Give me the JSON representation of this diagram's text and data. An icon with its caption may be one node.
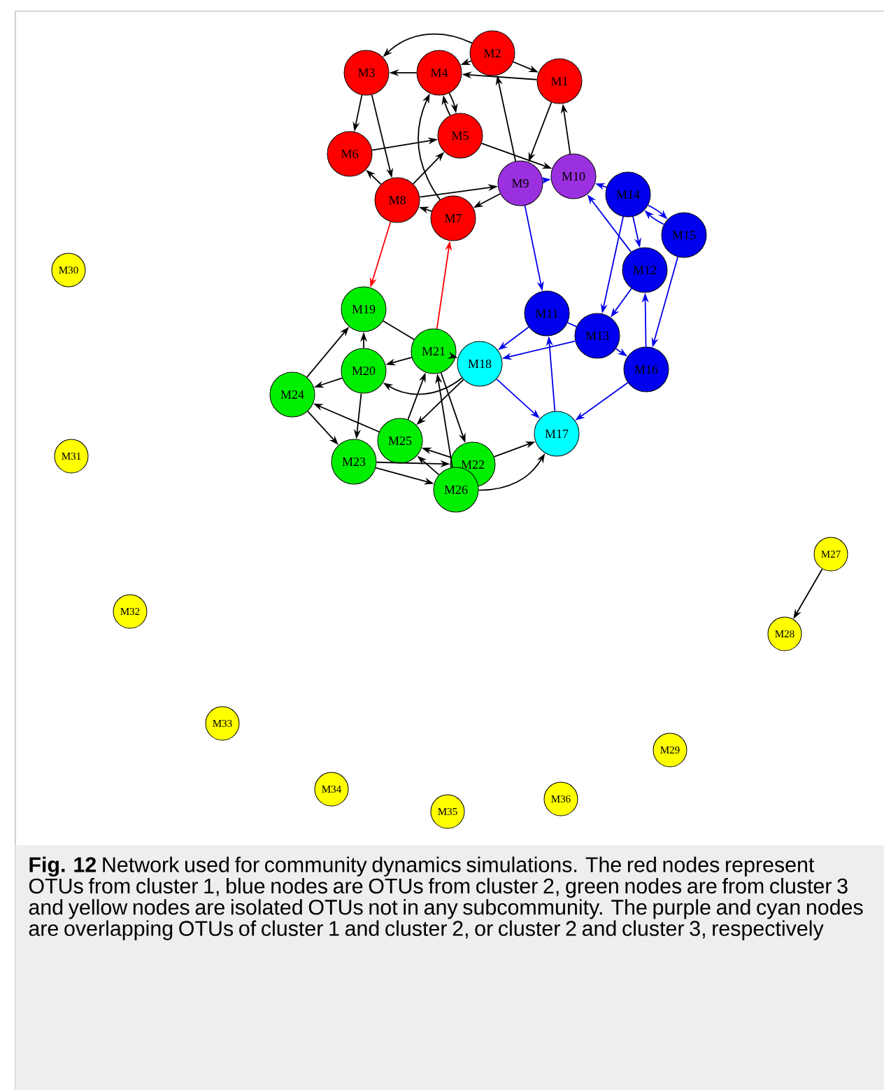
{
  "diagram": {
    "caption": "**Fig. 12** Network used for community dynamics simulations. The red nodes represent OTUs from cluster 1, blue nodes are OTUs from cluster 2, green nodes are from cluster 3 and yellow nodes are isolated OTUs not in any subcommunity. The purple and cyan nodes are overlapping OTUs of cluster 1 and cluster 2, or cluster 2 and cluster 3, respectively",
    "nodes": [
      {
        "text": [
          "M1"
        ]
      },
      {
        "text": [
          "M2"
        ]
      },
      {
        "text": [
          "M3"
        ]
      },
      {
        "text": [
          "M4"
        ]
      },
      {
        "text": [
          "M5"
        ]
      },
      {
        "text": [
          "M6"
        ]
      },
      {
        "text": [
          "M7"
        ]
      },
      {
        "text": [
          "M8"
        ]
      },
      {
        "text": [
          "M9"
        ]
      },
      {
        "text": [
          "M10"
        ]
      },
      {
        "text": [
          "M11"
        ]
      },
      {
        "text": [
          "M12"
        ]
      },
      {
        "text": [
          "M13"
        ]
      },
      {
        "text": [
          "M14"
        ]
      },
      {
        "text": [
          "M15"
        ]
      },
      {
        "text": [
          "M16"
        ]
      },
      {
        "text": [
          "M17"
        ]
      },
      {
        "text": [
          "M18"
        ]
      },
      {
        "text": [
          "M19"
        ]
      },
      {
        "text": [
          "M20"
        ]
      },
      {
        "text": [
          "M21"
        ]
      },
      {
        "text": [
          "M22"
        ]
      },
      {
        "text": [
          "M23"
        ]
      },
      {
        "text": [
          "M24"
        ]
      },
      {
        "text": [
          "M25"
        ]
      },
      {
        "text": [
          "M26"
        ]
      },
      {
        "text": [
          "M27"
        ]
      },
      {
        "text": [
          "M28"
        ]
      },
      {
        "text": [
          "M29"
        ]
      },
      {
        "text": [
          "M30"
        ]
      },
      {
        "text": [
          "M31"
        ]
      },
      {
        "text": [
          "M32"
        ]
      },
      {
        "text": [
          "M33"
        ]
      },
      {
        "text": [
          "M34"
        ]
      },
      {
        "text": [
          "M35"
        ]
      },
      {
        "text": [
          "M36"
        ]
      }
    ],
    "edges": [
      {
        "from": 1,
        "to": 3,
        "arrow": "to"
      },
      {
        "from": 1,
        "to": 2,
        "arrow": "to"
      },
      {
        "from": 3,
        "to": 2,
        "arrow": "to"
      },
      {
        "from": 1,
        "to": 0,
        "arrow": "to"
      },
      {
        "from": 0,
        "to": 3,
        "arrow": "to"
      },
      {
        "from": 2,
        "to": 5,
        "arrow": "to"
      },
      {
        "from": 2,
        "to": 7,
        "arrow": "to"
      },
      {
        "from": 3,
        "to": 4,
        "arrow": "to"
      },
      {
        "from": 4,
        "to": 3,
        "arrow": "to"
      },
      {
        "from": 5,
        "to": 4,
        "arrow": "to"
      },
      {
        "from": 7,
        "to": 4,
        "arrow": "to"
      },
      {
        "from": 7,
        "to": 5,
        "arrow": "to"
      },
      {
        "from": 6,
        "to": 3,
        "arrow": "to"
      },
      {
        "from": 4,
        "to": 9,
        "arrow": "to"
      },
      {
        "from": 8,
        "to": 1,
        "arrow": "to"
      },
      {
        "from": 0,
        "to": 8,
        "arrow": "to"
      },
      {
        "from": 9,
        "to": 0,
        "arrow": "to"
      },
      {
        "from": 7,
        "to": 8,
        "arrow": "to"
      },
      {
        "from": 8,
        "to": 6,
        "arrow": "to"
      },
      {
        "from": 6,
        "to": 7,
        "arrow": "to"
      },
      {
        "from": 7,
        "to": 18,
        "arrow": "to",
        "color": "#ff0000"
      },
      {
        "from": 20,
        "to": 6,
        "arrow": "to",
        "color": "#ff0000"
      },
      {
        "from": 8,
        "to": 9,
        "arrow": "to",
        "color": "#0000ff"
      },
      {
        "from": 13,
        "to": 9,
        "arrow": "to",
        "color": "#0000ff"
      },
      {
        "from": 11,
        "to": 9,
        "arrow": "to",
        "color": "#0000ff"
      },
      {
        "from": 13,
        "to": 14,
        "arrow": "to",
        "color": "#0000ff"
      },
      {
        "from": 14,
        "to": 13,
        "arrow": "to",
        "color": "#0000ff"
      },
      {
        "from": 13,
        "to": 11,
        "arrow": "to",
        "color": "#0000ff"
      },
      {
        "from": 13,
        "to": 12,
        "arrow": "to",
        "color": "#0000ff"
      },
      {
        "from": 11,
        "to": 12,
        "arrow": "to",
        "color": "#0000ff"
      },
      {
        "from": 15,
        "to": 11,
        "arrow": "to",
        "color": "#0000ff"
      },
      {
        "from": 14,
        "to": 15,
        "arrow": "to",
        "color": "#0000ff"
      },
      {
        "from": 12,
        "to": 15,
        "arrow": "to",
        "color": "#0000ff"
      },
      {
        "from": 8,
        "to": 10,
        "arrow": "to",
        "color": "#0000ff"
      },
      {
        "from": 10,
        "to": 12,
        "arrow": "none",
        "color": "#0000ff"
      },
      {
        "from": 10,
        "to": 17,
        "arrow": "to",
        "color": "#0000ff"
      },
      {
        "from": 12,
        "to": 17,
        "arrow": "to",
        "color": "#0000ff"
      },
      {
        "from": 16,
        "to": 10,
        "arrow": "to",
        "color": "#0000ff"
      },
      {
        "from": 15,
        "to": 16,
        "arrow": "to",
        "color": "#0000ff"
      },
      {
        "from": 17,
        "to": 16,
        "arrow": "to",
        "color": "#0000ff"
      },
      {
        "from": 20,
        "to": 17,
        "arrow": "to"
      },
      {
        "from": 17,
        "to": 19,
        "arrow": "to"
      },
      {
        "from": 20,
        "to": 19,
        "arrow": "to"
      },
      {
        "from": 18,
        "to": 20,
        "arrow": "none"
      },
      {
        "from": 19,
        "to": 18,
        "arrow": "to"
      },
      {
        "from": 19,
        "to": 23,
        "arrow": "to"
      },
      {
        "from": 19,
        "to": 22,
        "arrow": "to"
      },
      {
        "from": 23,
        "to": 18,
        "arrow": "to"
      },
      {
        "from": 23,
        "to": 22,
        "arrow": "to"
      },
      {
        "from": 24,
        "to": 23,
        "arrow": "to"
      },
      {
        "from": 24,
        "to": 20,
        "arrow": "to"
      },
      {
        "from": 17,
        "to": 24,
        "arrow": "to"
      },
      {
        "from": 20,
        "to": 21,
        "arrow": "to"
      },
      {
        "from": 25,
        "to": 20,
        "arrow": "to"
      },
      {
        "from": 21,
        "to": 24,
        "arrow": "to"
      },
      {
        "from": 25,
        "to": 24,
        "arrow": "to"
      },
      {
        "from": 22,
        "to": 21,
        "arrow": "to"
      },
      {
        "from": 22,
        "to": 25,
        "arrow": "to"
      },
      {
        "from": 21,
        "to": 16,
        "arrow": "to"
      },
      {
        "from": 25,
        "to": 16,
        "arrow": "to"
      },
      {
        "from": 26,
        "to": 27,
        "arrow": "to"
      }
    ]
  }
}
